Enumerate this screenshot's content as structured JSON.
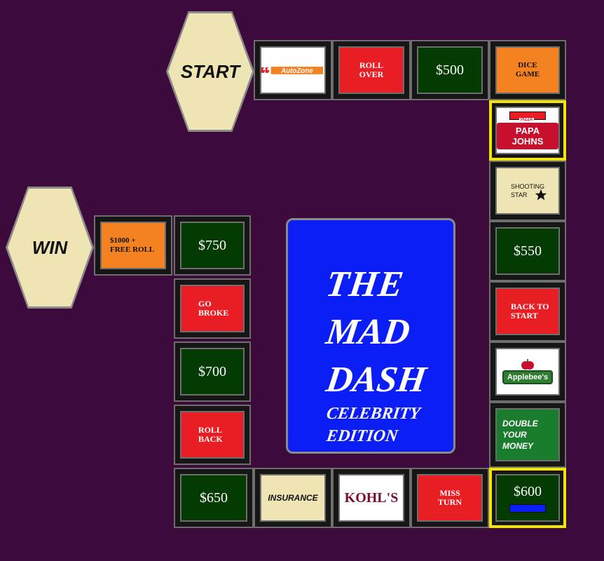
{
  "hexes": {
    "start": "START",
    "win": "WIN"
  },
  "spaces": {
    "autozone": "AutoZone",
    "roll_over": "ROLL\nOVER",
    "s500": "$500",
    "dice_game": "DICE\nGAME",
    "papa_johns_top": "PIZZA",
    "papa_johns": "PAPA JOHNS",
    "shooting_star": "SHOOTING\nSTAR",
    "s550": "$550",
    "back_to_start": "BACK TO\nSTART",
    "applebees": "Applebee's",
    "double_money": "DOUBLE YOUR\nMONEY",
    "s600": "$600",
    "miss_turn": "MISS\nTURN",
    "kohls": "KOHL'S",
    "insurance": "INSURANCE",
    "s650": "$650",
    "roll_back": "ROLL\nBACK",
    "s700": "$700",
    "go_broke": "GO\nBROKE",
    "s750": "$750",
    "free_roll": "$1000 +\nFREE ROLL"
  },
  "center_card": {
    "line1": "THE",
    "line2": "MAD",
    "line3": "DASH",
    "line4": "CELEBRITY",
    "line5": "EDITION"
  },
  "tokens": {
    "red_token": "#e81e24",
    "blue_token": "#0a1ef5"
  }
}
